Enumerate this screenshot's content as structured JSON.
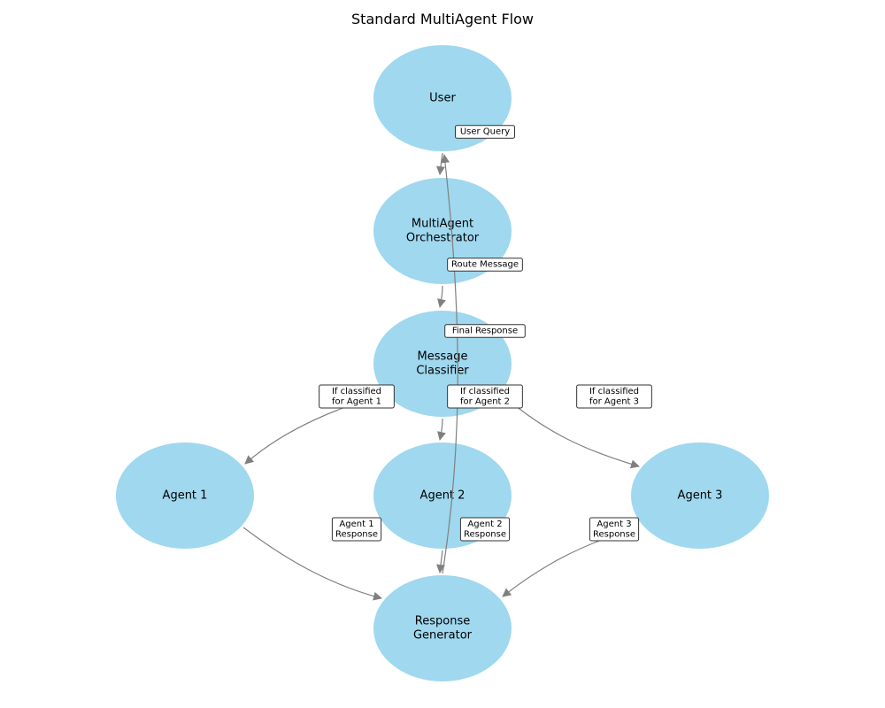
{
  "title": "Standard MultiAgent Flow",
  "colors": {
    "node_fill": "#87CEEB",
    "edge": "#808080",
    "label_bg": "#ffffff",
    "label_border": "#333333"
  },
  "nodes": [
    {
      "id": "user",
      "lines": [
        "User"
      ]
    },
    {
      "id": "orchestrator",
      "lines": [
        "MultiAgent",
        "Orchestrator"
      ]
    },
    {
      "id": "classifier",
      "lines": [
        "Message",
        "Classifier"
      ]
    },
    {
      "id": "agent1",
      "lines": [
        "Agent 1"
      ]
    },
    {
      "id": "agent2",
      "lines": [
        "Agent 2"
      ]
    },
    {
      "id": "agent3",
      "lines": [
        "Agent 3"
      ]
    },
    {
      "id": "generator",
      "lines": [
        "Response",
        "Generator"
      ]
    }
  ],
  "edges": [
    {
      "id": "user-query",
      "from": "user",
      "to": "orchestrator",
      "lines": [
        "User Query"
      ]
    },
    {
      "id": "route-message",
      "from": "orchestrator",
      "to": "classifier",
      "lines": [
        "Route Message"
      ]
    },
    {
      "id": "classified-agent1",
      "from": "classifier",
      "to": "agent1",
      "lines": [
        "If classified",
        "for Agent 1"
      ]
    },
    {
      "id": "classified-agent2",
      "from": "classifier",
      "to": "agent2",
      "lines": [
        "If classified",
        "for Agent 2"
      ]
    },
    {
      "id": "classified-agent3",
      "from": "classifier",
      "to": "agent3",
      "lines": [
        "If classified",
        "for Agent 3"
      ]
    },
    {
      "id": "agent1-response",
      "from": "agent1",
      "to": "generator",
      "lines": [
        "Agent 1",
        "Response"
      ]
    },
    {
      "id": "agent2-response",
      "from": "agent2",
      "to": "generator",
      "lines": [
        "Agent 2",
        "Response"
      ]
    },
    {
      "id": "agent3-response",
      "from": "agent3",
      "to": "generator",
      "lines": [
        "Agent 3",
        "Response"
      ]
    },
    {
      "id": "final-response",
      "from": "generator",
      "to": "user",
      "lines": [
        "Final Response"
      ]
    }
  ]
}
